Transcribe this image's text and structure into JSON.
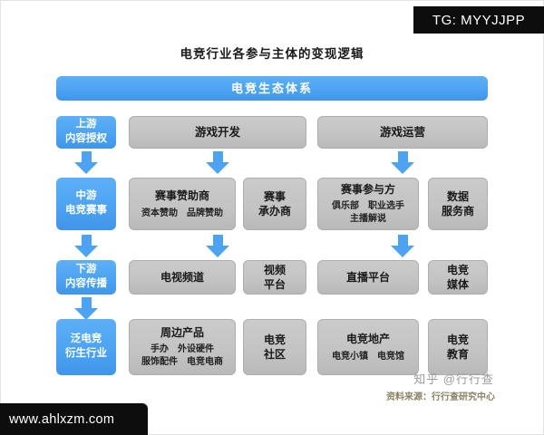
{
  "header": {
    "tg_badge": "TG: MYYJJPP",
    "title": "电竞行业各参与主体的变现逻辑"
  },
  "banner": {
    "label": "电竞生态体系"
  },
  "stages": [
    {
      "line1": "上游",
      "line2": "内容授权"
    },
    {
      "line1": "中游",
      "line2": "电竞赛事"
    },
    {
      "line1": "下游",
      "line2": "内容传播"
    },
    {
      "line1": "泛电竞",
      "line2": "衍生行业"
    }
  ],
  "row1": {
    "game_dev": "游戏开发",
    "game_ops": "游戏运营"
  },
  "row2": {
    "sponsor": {
      "title": "赛事赞助商",
      "sub": "资本赞助　品牌赞助"
    },
    "organizer": {
      "line1": "赛事",
      "line2": "承办商"
    },
    "participant": {
      "title": "赛事参与方",
      "sub1": "俱乐部　职业选手",
      "sub2": "主播解说"
    },
    "data_provider": {
      "line1": "数据",
      "line2": "服务商"
    }
  },
  "row3": {
    "tv": "电视频道",
    "video": {
      "line1": "视频",
      "line2": "平台"
    },
    "live": "直播平台",
    "media": {
      "line1": "电竞",
      "line2": "媒体"
    }
  },
  "row4": {
    "merch": {
      "title": "周边产品",
      "sub1": "手办　外设硬件",
      "sub2": "服饰配件　电竞电商"
    },
    "community": {
      "line1": "电竞",
      "line2": "社区"
    },
    "estate": {
      "title": "电竞地产",
      "sub": "电竞小镇　电竞馆"
    },
    "education": {
      "line1": "电竞",
      "line2": "教育"
    }
  },
  "footer": {
    "zhihu": "知乎 @行行查",
    "source": "资料来源：行行查研究中心",
    "site": "www.ahlxzm.com"
  },
  "colors": {
    "blue": "#4da3f2",
    "gray": "#c3c3c3"
  }
}
